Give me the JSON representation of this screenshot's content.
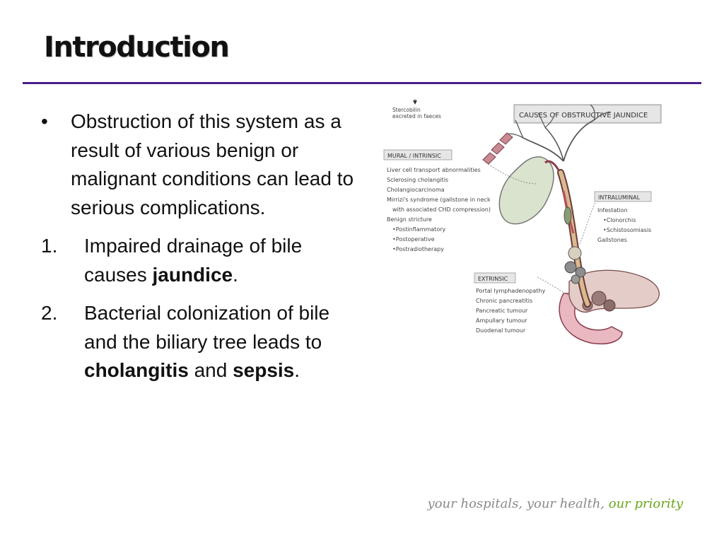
{
  "title": "Introduction",
  "bullet": {
    "marker": "•",
    "text": "Obstruction of this system as a result of various benign or malignant conditions can lead to serious complications."
  },
  "items": [
    {
      "number": "1.",
      "prefix": "Impaired drainage of bile causes ",
      "bold1": "jaundice",
      "mid": "",
      "bold2": "",
      "suffix": "."
    },
    {
      "number": "2.",
      "prefix": "Bacterial colonization of bile and the biliary tree leads to ",
      "bold1": "cholangitis",
      "mid": " and ",
      "bold2": "sepsis",
      "suffix": "."
    }
  ],
  "figure": {
    "stercobilin": [
      "Stercobilin",
      "excreted in faeces"
    ],
    "causes_title": "CAUSES OF OBSTRUCTIVE JAUNDICE",
    "mural": {
      "heading": "MURAL / INTRINSIC",
      "lines": [
        "Liver cell transport abnormalities",
        "Sclerosing cholangitis",
        "Cholangiocarcinoma",
        "Mirrizi's syndrome (gallstone in neck",
        "with associated CHD compression)",
        "Benign stricture",
        "•Postinflammatory",
        "•Postoperative",
        "•Postradiotherapy"
      ]
    },
    "intraluminal": {
      "heading": "INTRALUMINAL",
      "lines": [
        "Infestation",
        "•Clonorchis",
        "•Schistosomiasis",
        "Gallstones"
      ]
    },
    "extrinsic": {
      "heading": "EXTRINSIC",
      "lines": [
        "Portal lymphadenopathy",
        "Chronic pancreatitis",
        "Pancreatic tumour",
        "Ampullary tumour",
        "Duodenal tumour"
      ]
    }
  },
  "footer": {
    "main": "your hospitals, your health, ",
    "accent": "our priority"
  },
  "colors": {
    "rule": "#4a1d8c",
    "footer_text": "#8a8a8a",
    "footer_accent": "#6aa519",
    "diagram_green": "#d9e3cd",
    "diagram_red": "#b8525a"
  }
}
